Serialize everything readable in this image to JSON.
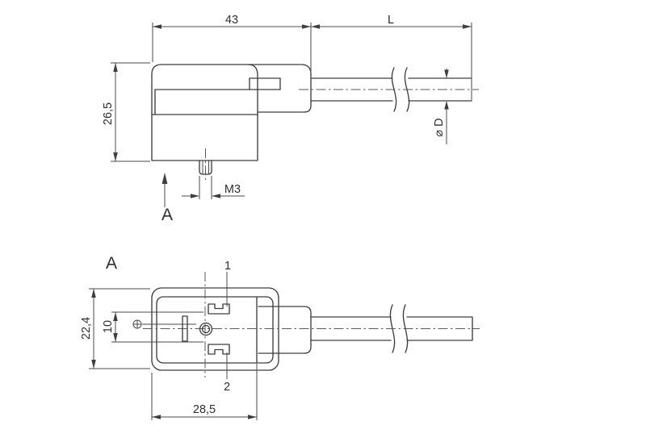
{
  "drawing": {
    "type": "technical-drawing",
    "subject": "right-angle valve connector with moulded cable, two views",
    "colors": {
      "background": "#ffffff",
      "line": "#3e3e3e",
      "text": "#2e2e2e"
    },
    "side_view": {
      "dim_connector_width": "43",
      "dim_cable_length": "L",
      "dim_connector_height": "26,5",
      "dim_thread": "M3",
      "dim_cable_diameter": "⌀ D",
      "view_arrow_label": "A"
    },
    "front_view": {
      "view_label": "A",
      "pin1_label": "1",
      "pin2_label": "2",
      "dim_height": "22,4",
      "dim_pin_spacing": "10",
      "dim_width": "28,5"
    }
  }
}
